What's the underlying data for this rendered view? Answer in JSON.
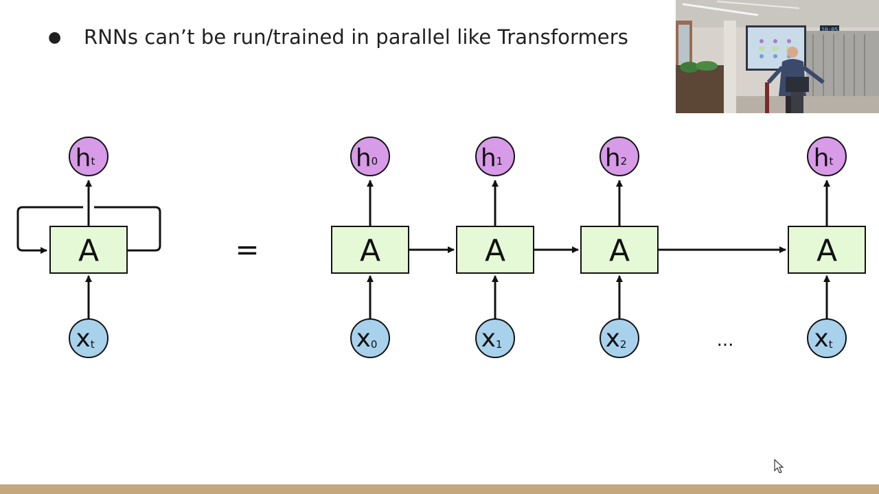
{
  "slide": {
    "bullet_text": "RNNs can’t be run/trained in parallel like Transformers",
    "bullet_glyph": "●"
  },
  "diagram": {
    "cell_label": "A",
    "equals_label": "=",
    "ellipsis_label": "...",
    "hidden_letter": "h",
    "input_letter": "x",
    "rolled": {
      "output_sub": "t",
      "input_sub": "t"
    },
    "unrolled_steps": [
      {
        "output_sub": "0",
        "input_sub": "0"
      },
      {
        "output_sub": "1",
        "input_sub": "1"
      },
      {
        "output_sub": "2",
        "input_sub": "2"
      },
      {
        "output_sub": "t",
        "input_sub": "t"
      }
    ],
    "colors": {
      "cell_fill": "#e6f9d7",
      "hidden_fill": "#d79be7",
      "input_fill": "#a8d1ec",
      "stroke": "#111111"
    }
  },
  "video_feed": {
    "clock_readout": "10:05"
  },
  "colors": {
    "bottom_bar": "#c4a77d"
  }
}
